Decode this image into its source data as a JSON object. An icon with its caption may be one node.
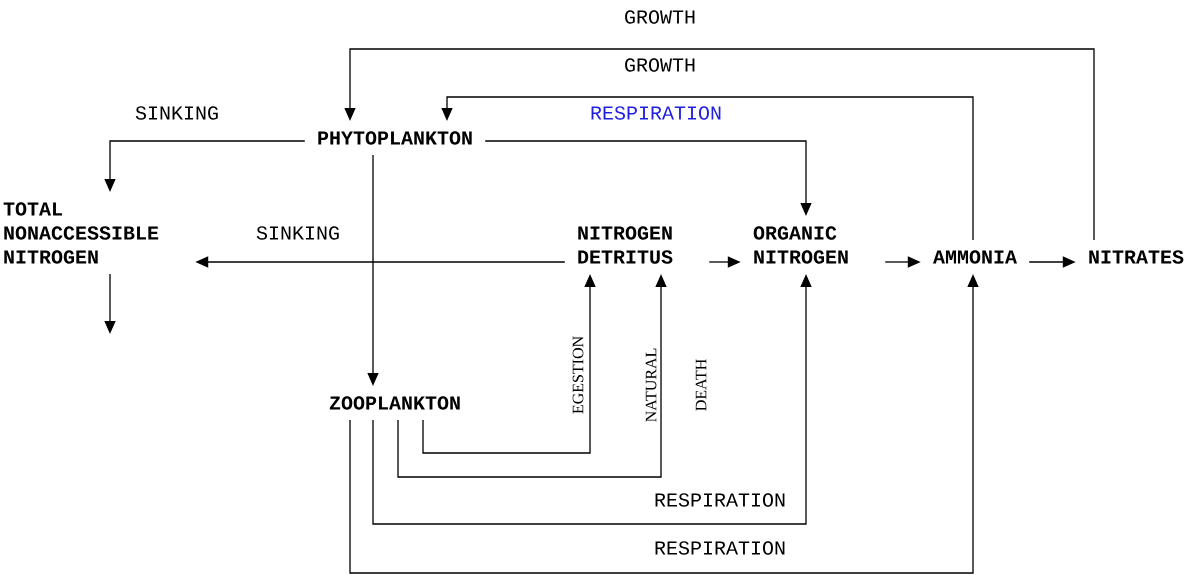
{
  "diagram": {
    "nodes": [
      {
        "text": [
          "PHYTOPLANKTON"
        ]
      },
      {
        "text": [
          "TOTAL NONACCESSIBLE NITROGEN"
        ]
      },
      {
        "text": [
          "NITROGEN DETRITUS"
        ]
      },
      {
        "text": [
          "ORGANIC NITROGEN"
        ]
      },
      {
        "text": [
          "AMMONIA"
        ]
      },
      {
        "text": [
          "NITRATES"
        ]
      },
      {
        "text": [
          "ZOOPLANKTON"
        ]
      }
    ],
    "edges": [
      {
        "from": 5,
        "to": 0,
        "arrow": "to",
        "label": "GROWTH"
      },
      {
        "from": 4,
        "to": 0,
        "arrow": "to",
        "label": "GROWTH"
      },
      {
        "from": 0,
        "to": 1,
        "arrow": "to",
        "label": "SINKING"
      },
      {
        "from": 0,
        "to": 3,
        "arrow": "to",
        "label": "RESPIRATION"
      },
      {
        "from": 0,
        "to": 6,
        "arrow": "to"
      },
      {
        "from": 2,
        "to": 1,
        "arrow": "to",
        "label": "SINKING"
      },
      {
        "from": 2,
        "to": 3,
        "arrow": "to"
      },
      {
        "from": 3,
        "to": 4,
        "arrow": "to"
      },
      {
        "from": 4,
        "to": 5,
        "arrow": "to"
      },
      {
        "from": 1,
        "to": null,
        "arrow": "to"
      },
      {
        "from": 6,
        "to": 2,
        "arrow": "to",
        "label": "EGESTION"
      },
      {
        "from": 6,
        "to": 2,
        "arrow": "to",
        "label": "NATURAL DEATH"
      },
      {
        "from": 6,
        "to": 3,
        "arrow": "to",
        "label": "RESPIRATION"
      },
      {
        "from": 6,
        "to": 4,
        "arrow": "to",
        "label": "RESPIRATION"
      }
    ]
  }
}
